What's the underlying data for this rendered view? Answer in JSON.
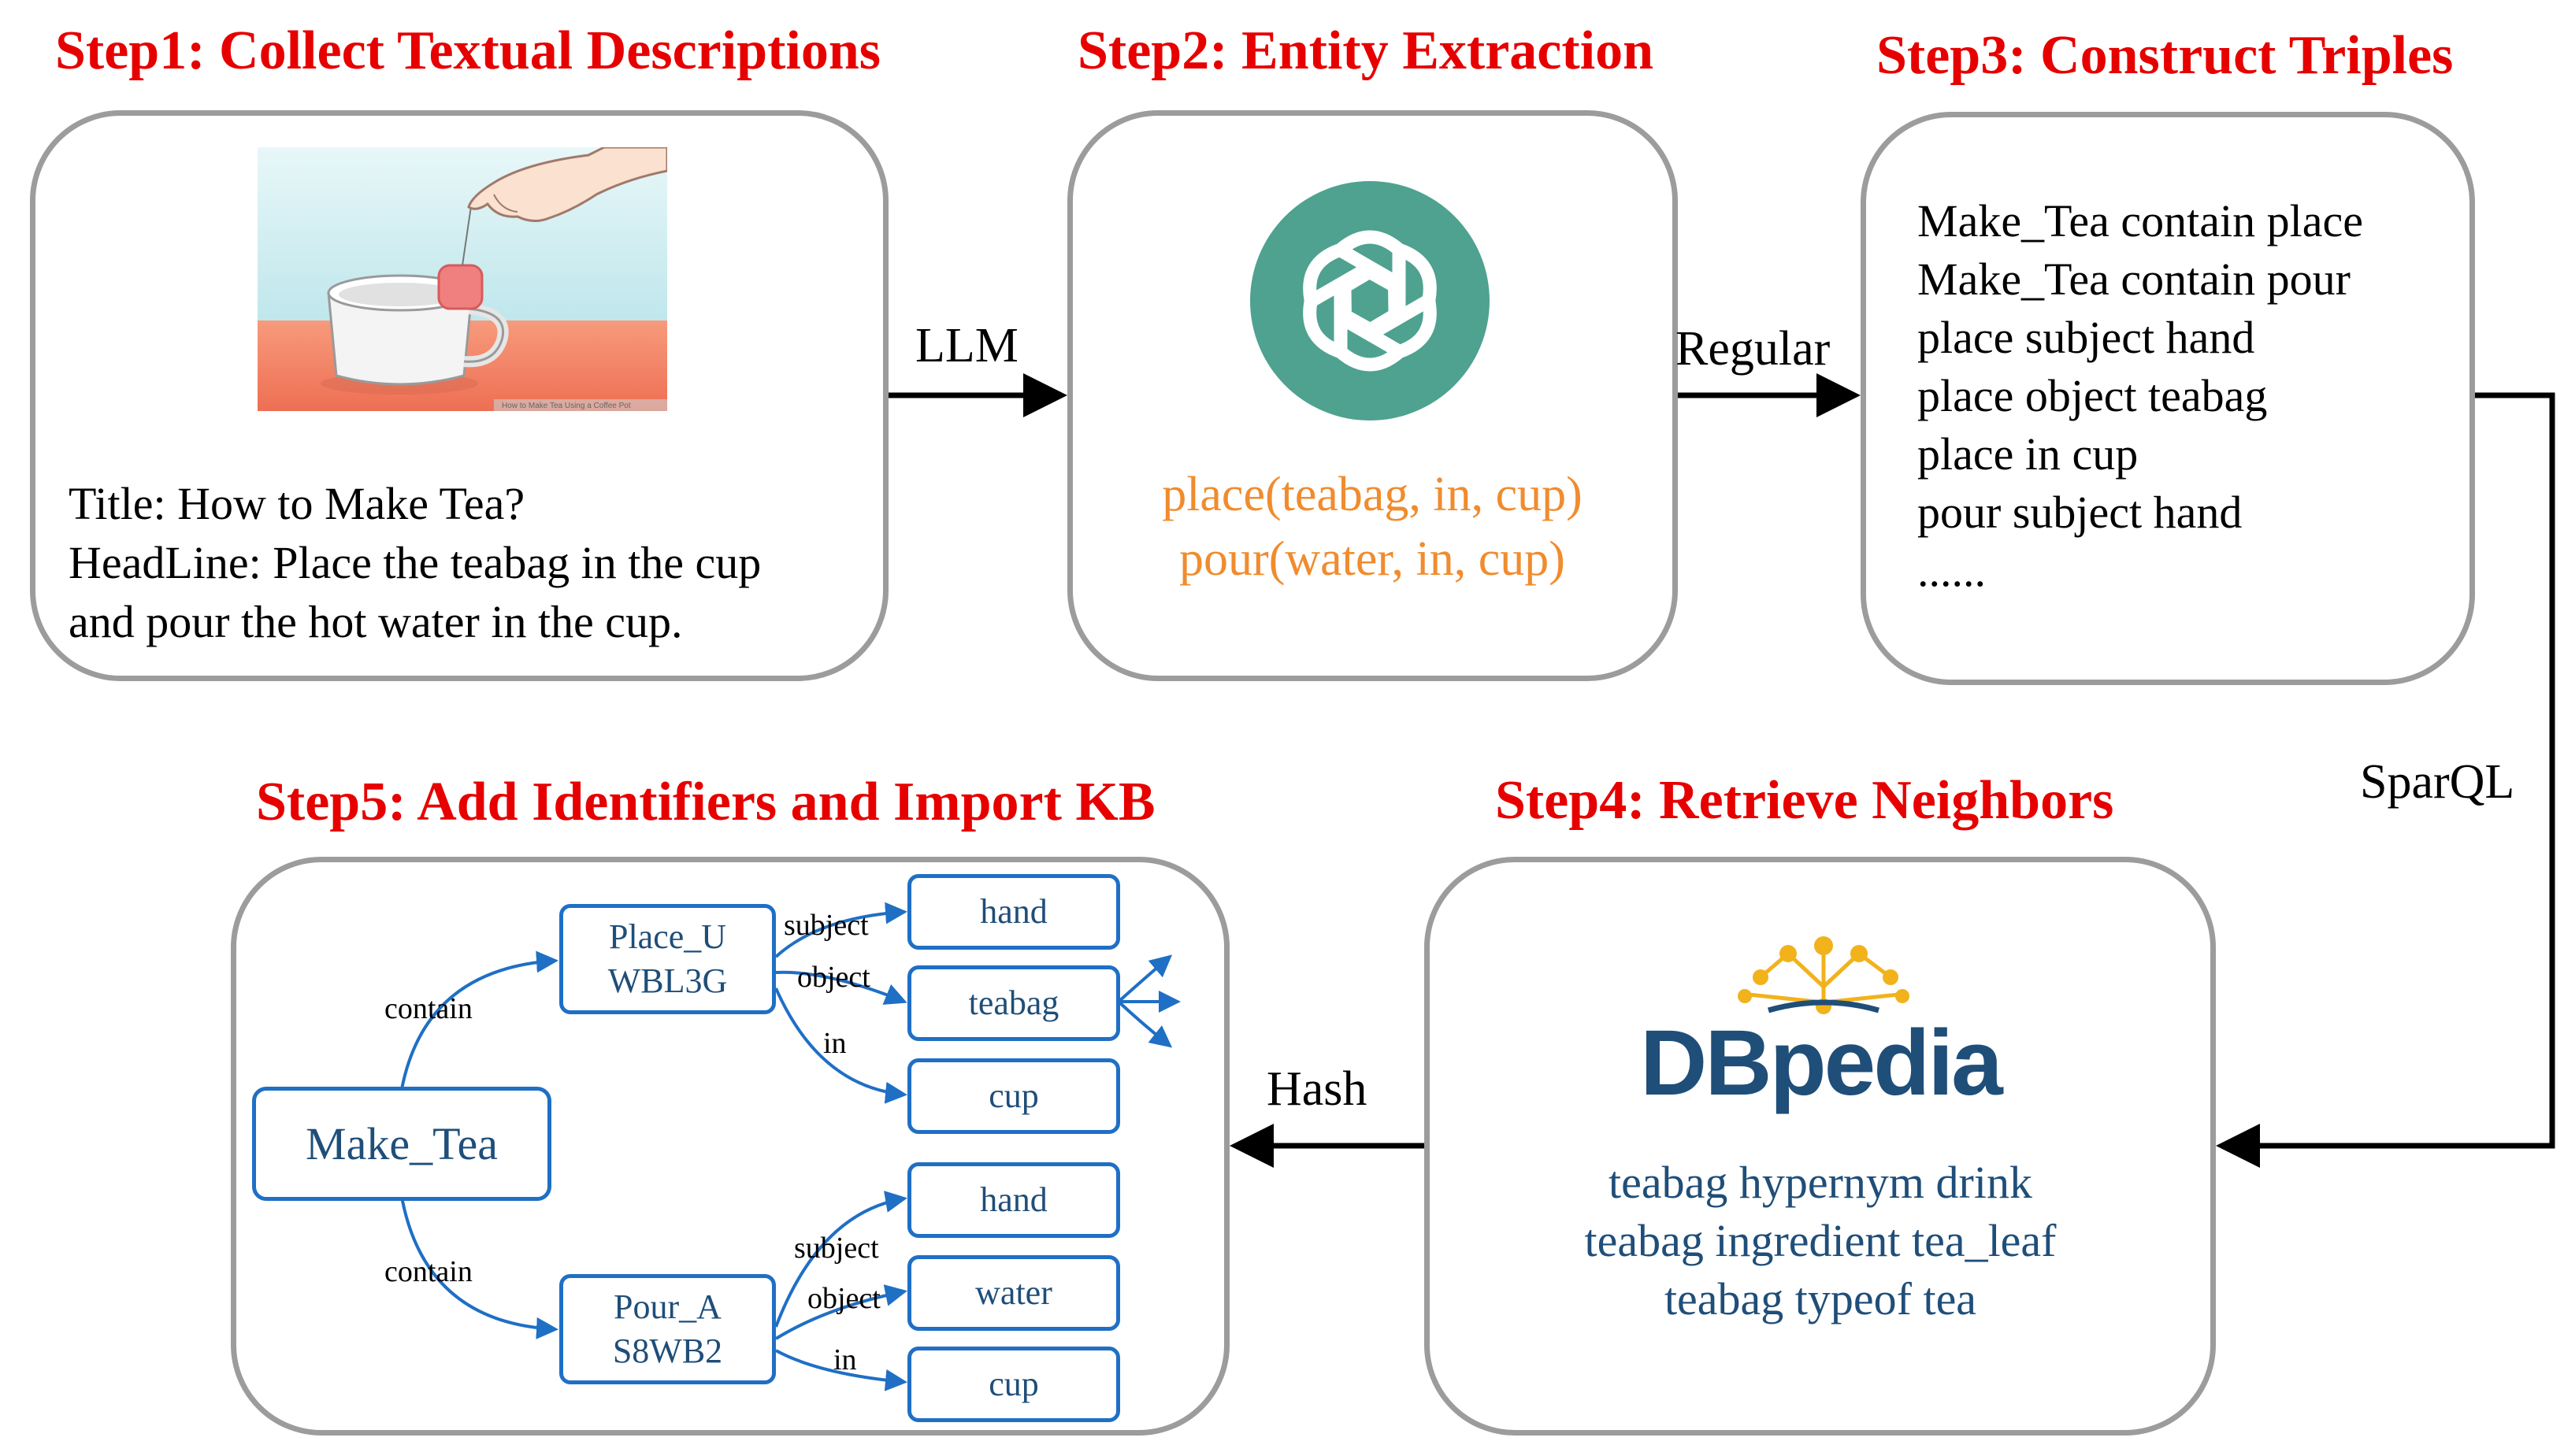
{
  "colors": {
    "step_title": "#e60000",
    "box_border": "#9c9c9c",
    "entity_text": "#f08c2e",
    "node_border": "#1f6fc5",
    "node_text": "#1f4e79",
    "kb_text": "#1f4e79",
    "openai_logo": "#4ea28f",
    "dbpedia_text": "#1f4e79",
    "dbpedia_dots": "#f2b21c"
  },
  "step1": {
    "title": "Step1: Collect Textual Descriptions",
    "illustration": "teabag-in-cup-illustration",
    "image_caption": "How to Make Tea Using a Coffee Pot",
    "lines": [
      "Title: How to Make Tea?",
      "HeadLine: Place the teabag in the cup",
      "and pour the hot water in the cup."
    ]
  },
  "step2": {
    "title": "Step2: Entity Extraction",
    "logo": "openai-logo-icon",
    "lines": [
      "place(teabag, in, cup)",
      "pour(water, in, cup)"
    ]
  },
  "step3": {
    "title": "Step3: Construct Triples",
    "lines": [
      "Make_Tea contain place",
      "Make_Tea contain pour",
      "place subject hand",
      "place object teabag",
      "place in cup",
      "pour subject hand",
      "......"
    ]
  },
  "step4": {
    "title": "Step4: Retrieve Neighbors",
    "logo": "dbpedia-logo-icon",
    "logo_text": "DBpedia",
    "lines": [
      "teabag hypernym drink",
      "teabag ingredient tea_leaf",
      "teabag typeof tea"
    ]
  },
  "step5": {
    "title": "Step5: Add Identifiers and Import KB",
    "root": "Make_Tea",
    "place_node": [
      "Place_U",
      "WBL3G"
    ],
    "pour_node": [
      "Pour_A",
      "S8WB2"
    ],
    "place_children": [
      "hand",
      "teabag",
      "cup"
    ],
    "pour_children": [
      "hand",
      "water",
      "cup"
    ],
    "edge_contain": "contain",
    "edge_subject": "subject",
    "edge_object": "object",
    "edge_in": "in"
  },
  "arrows": {
    "llm": "LLM",
    "regular": "Regular",
    "sparql": "SparQL",
    "hash": "Hash"
  }
}
